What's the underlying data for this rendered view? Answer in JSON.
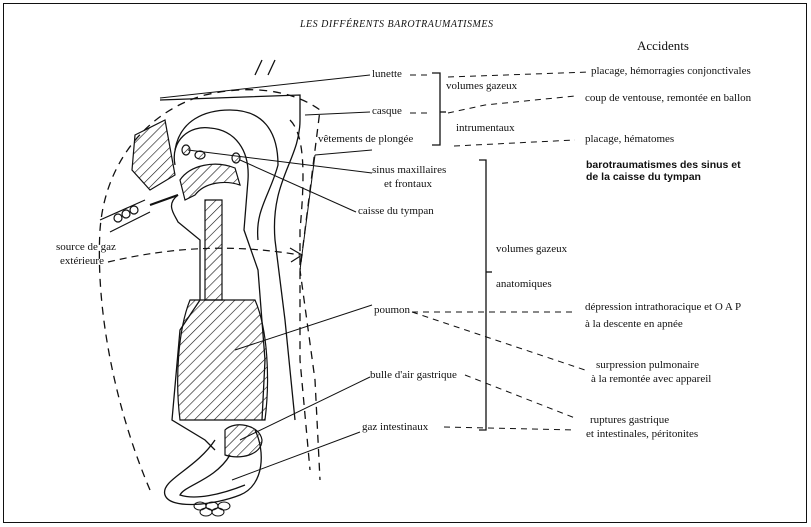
{
  "title": "Les différents barotraumatismes",
  "accidents_header": "Accidents",
  "labels": {
    "lunette": "lunette",
    "casque": "casque",
    "vetements_1": "vêtements de plongée",
    "sinus_1": "sinus maxillaires",
    "sinus_2": "et frontaux",
    "caisse": "caisse du tympan",
    "source_1": "source de gaz",
    "source_2": "extérieure",
    "poumon": "poumon",
    "bulle": "bulle d'air gastrique",
    "gaz": "gaz intestinaux"
  },
  "groups": {
    "volumes_gazeux_top": "volumes gazeux",
    "instrumentaux": "intrumentaux",
    "volumes_gazeux_mid": "volumes gazeux",
    "anatomiques": "anatomiques"
  },
  "accidents": {
    "placage_hemorragies": "placage, hémorragies conjonctivales",
    "coup_ventouse": "coup de ventouse, remontée en ballon",
    "placage_hematomes": "placage, hématomes",
    "baro_1": "barotraumatismes des sinus et",
    "baro_2": "de la  caisse du tympan",
    "depression_1": "dépression intrathoracique et O A P",
    "depression_2": "à la  descente en apnée",
    "surpression_1": "surpression pulmonaire",
    "surpression_2": "à la remontée avec appareil",
    "ruptures_1": "ruptures gastrique",
    "ruptures_2": "et intestinales, péritonites"
  }
}
